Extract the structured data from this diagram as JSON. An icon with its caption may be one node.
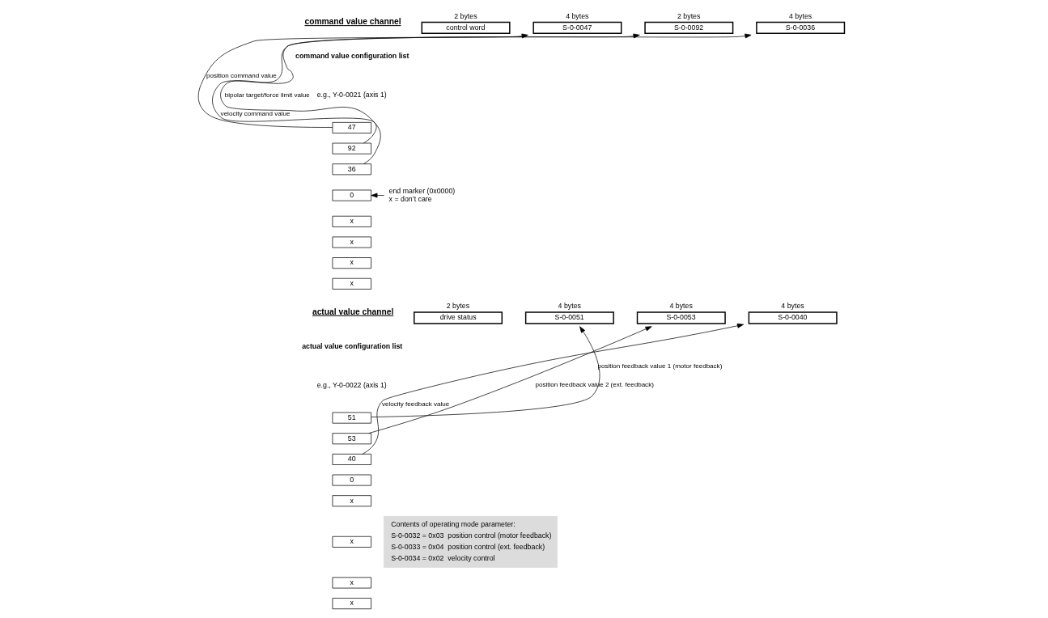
{
  "diagram": {
    "nodes": [
      {
        "text": [
          "control word"
        ],
        "beside": [
          "2 bytes"
        ]
      },
      {
        "text": [
          "S-0-0047"
        ],
        "beside": [
          "4 bytes"
        ]
      },
      {
        "text": [
          "S-0-0092"
        ],
        "beside": [
          "2 bytes"
        ]
      },
      {
        "text": [
          "S-0-0036"
        ],
        "beside": [
          "4 bytes"
        ]
      },
      {
        "text": [
          "47"
        ]
      },
      {
        "text": [
          "92"
        ]
      },
      {
        "text": [
          "36"
        ]
      },
      {
        "text": [
          "0"
        ]
      },
      {
        "text": [
          "x"
        ]
      },
      {
        "text": [
          "x"
        ]
      },
      {
        "text": [
          "x"
        ]
      },
      {
        "text": [
          "x"
        ]
      },
      {
        "text": [
          "end marker (0x0000)",
          "x = don’t care"
        ]
      },
      {
        "text": [
          "drive status"
        ],
        "beside": [
          "2 bytes"
        ]
      },
      {
        "text": [
          "S-0-0051"
        ],
        "beside": [
          "4 bytes"
        ]
      },
      {
        "text": [
          "S-0-0053"
        ],
        "beside": [
          "4 bytes"
        ]
      },
      {
        "text": [
          "S-0-0040"
        ],
        "beside": [
          "4 bytes"
        ]
      },
      {
        "text": [
          "51"
        ]
      },
      {
        "text": [
          "53"
        ]
      },
      {
        "text": [
          "40"
        ]
      },
      {
        "text": [
          "0"
        ]
      },
      {
        "text": [
          "x"
        ]
      },
      {
        "text": [
          "x"
        ]
      },
      {
        "text": [
          "x"
        ]
      },
      {
        "text": [
          "x"
        ]
      },
      {
        "text": [
          "Contents of operating mode parameter:",
          "S-0-0032 = 0x03  position control (motor feedback)",
          "S-0-0033 = 0x04  position control (ext. feedback)",
          "S-0-0034 = 0x02  velocity control"
        ]
      }
    ],
    "edges": [
      {
        "from": 4,
        "to": 1,
        "arrow": "to",
        "label": "position command value"
      },
      {
        "from": 5,
        "to": 2,
        "arrow": "to",
        "label": "bipolar target/force limit value"
      },
      {
        "from": 6,
        "to": 3,
        "arrow": "to",
        "label": "velocity command value"
      },
      {
        "from": 12,
        "to": 7,
        "arrow": "to"
      },
      {
        "from": 17,
        "to": 14,
        "arrow": "to",
        "label": "position feedback value 1 (motor feedback)"
      },
      {
        "from": 18,
        "to": 15,
        "arrow": "to",
        "label": "position feedback value 2 (ext. feedback)"
      },
      {
        "from": 19,
        "to": 16,
        "arrow": "to",
        "label": "velocity feedback value"
      }
    ],
    "labels": [
      "command value channel",
      "command value configuration list",
      "e.g., Y-0-0021 (axis 1)",
      "actual value channel",
      "actual value configuration list",
      "e.g., Y-0-0022 (axis 1)"
    ]
  }
}
